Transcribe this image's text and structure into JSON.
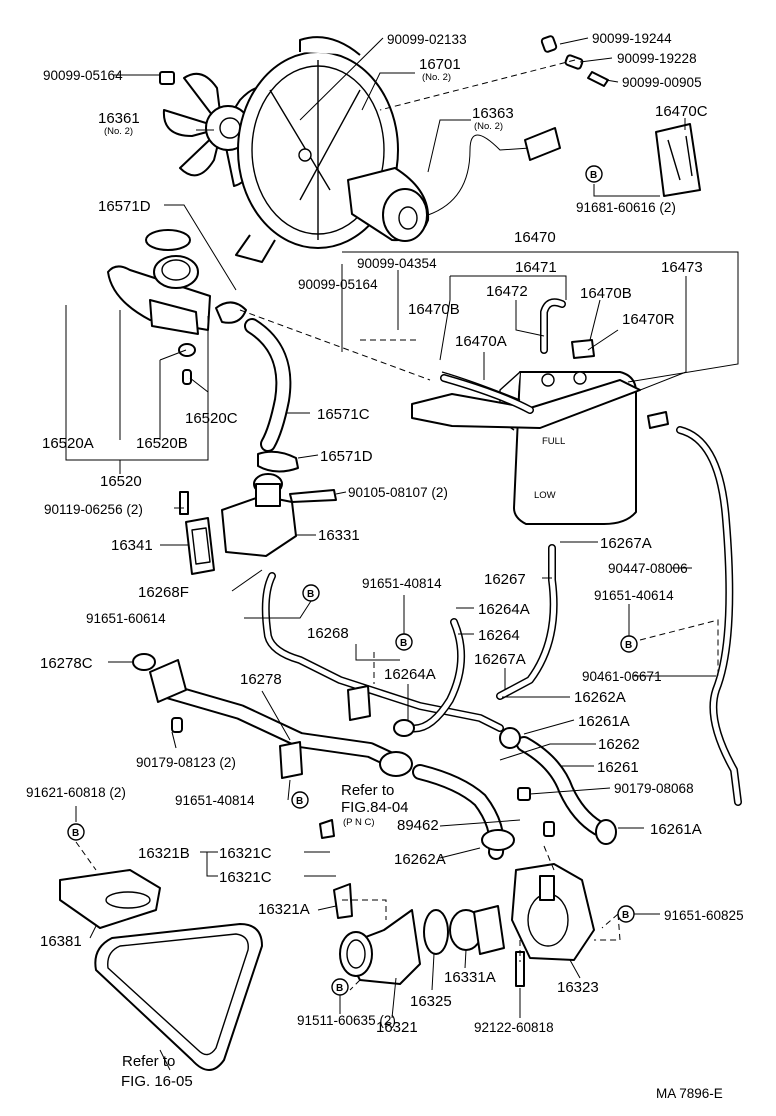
{
  "labels": {
    "p90099_02133": "90099-02133",
    "p90099_05164_top": "90099-05164",
    "p16701": "16701",
    "p16701_no": "(No. 2)",
    "p16361": "16361",
    "p16361_no": "(No. 2)",
    "p16363": "16363",
    "p16363_no": "(No. 2)",
    "p90099_19244": "90099-19244",
    "p90099_19228": "90099-19228",
    "p90099_00905": "90099-00905",
    "p16470C": "16470C",
    "p91681_60616": "91681-60616 (2)",
    "p16571D_a": "16571D",
    "p16470": "16470",
    "p90099_04354": "90099-04354",
    "p16471": "16471",
    "p16473": "16473",
    "p90099_05164_mid": "90099-05164",
    "p16470B_a": "16470B",
    "p16472": "16472",
    "p16470B_b": "16470B",
    "p16470R": "16470R",
    "p16470A": "16470A",
    "p16520C": "16520C",
    "p16571C": "16571C",
    "p16520A": "16520A",
    "p16520B": "16520B",
    "p16571D_b": "16571D",
    "p16520": "16520",
    "p90119_06256": "90119-06256 (2)",
    "p90105_08107": "90105-08107 (2)",
    "p16341": "16341",
    "p16331": "16331",
    "p16267A_a": "16267A",
    "p90447_08006": "90447-08006",
    "p16268F": "16268F",
    "p91651_40814_a": "91651-40814",
    "p16267": "16267",
    "p16264A_a": "16264A",
    "p91651_60614": "91651-60614",
    "p91651_40614": "91651-40614",
    "p16268": "16268",
    "p16264": "16264",
    "p16278C": "16278C",
    "p16264A_b": "16264A",
    "p16267A_b": "16267A",
    "p90461_06671": "90461-06671",
    "p16278": "16278",
    "p16262A_a": "16262A",
    "p16261A_a": "16261A",
    "p16262": "16262",
    "p90179_08123": "90179-08123 (2)",
    "p16261": "16261",
    "p91621_60818": "91621-60818 (2)",
    "p91651_40814_b": "91651-40814",
    "p90179_08068": "90179-08068",
    "refer_to": "Refer to",
    "fig_84_04": "FIG.84-04",
    "pnc": "(P N C)",
    "p89462": "89462",
    "p16261A_b": "16261A",
    "p16321B": "16321B",
    "p16321C_a": "16321C",
    "p16262A_b": "16262A",
    "p16321C_b": "16321C",
    "p16321A": "16321A",
    "p91651_60825": "91651-60825",
    "p16381": "16381",
    "p16331A": "16331A",
    "p16325": "16325",
    "p16323": "16323",
    "p16321": "16321",
    "p92122_60818": "92122-60818",
    "p91511_60635": "91511-60635 (2)",
    "refer_to_b": "Refer to",
    "fig_16_05": "FIG. 16-05",
    "b_mark": "B",
    "drawing_code": "MA  7896-E",
    "tank_full": "FULL",
    "tank_low": "LOW"
  }
}
